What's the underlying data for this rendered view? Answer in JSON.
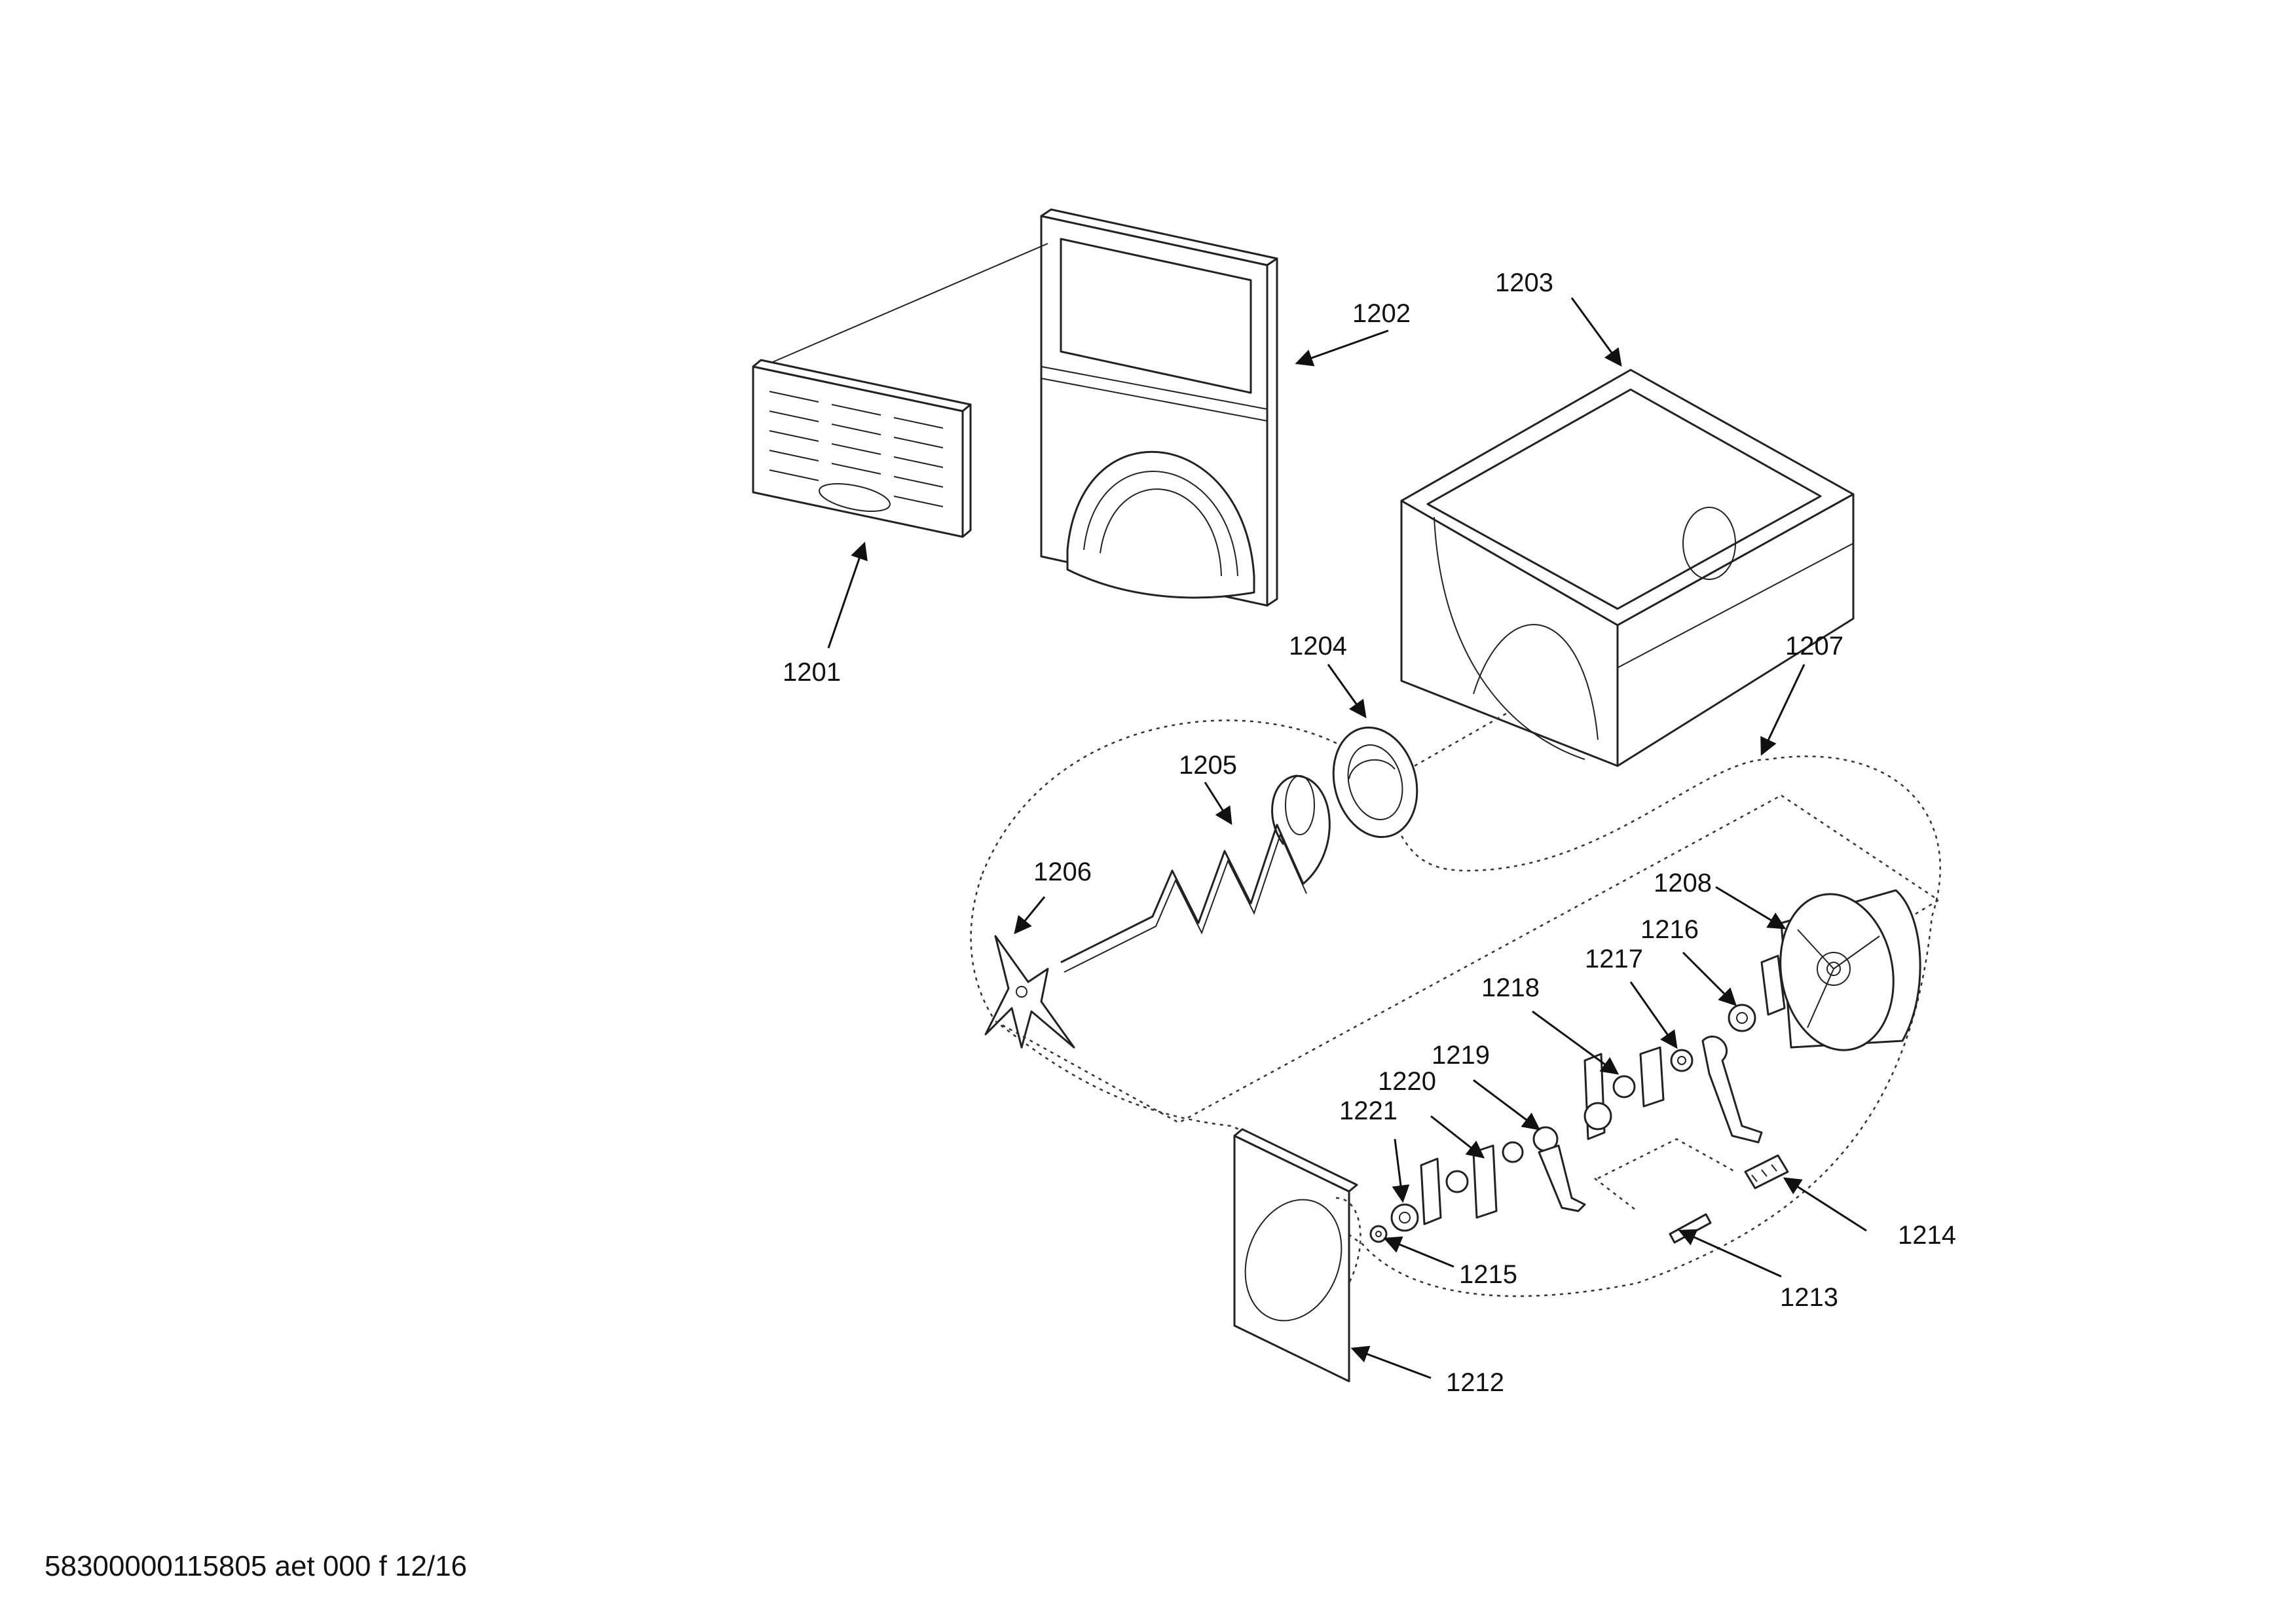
{
  "callouts": {
    "c1201": "1201",
    "c1202": "1202",
    "c1203": "1203",
    "c1204": "1204",
    "c1205": "1205",
    "c1206": "1206",
    "c1207": "1207",
    "c1208": "1208",
    "c1212": "1212",
    "c1213": "1213",
    "c1214": "1214",
    "c1215": "1215",
    "c1216": "1216",
    "c1217": "1217",
    "c1218": "1218",
    "c1219": "1219",
    "c1220": "1220",
    "c1221": "1221"
  },
  "footer": {
    "doc_id": "58300000115805 aet 000 f 12/16"
  }
}
